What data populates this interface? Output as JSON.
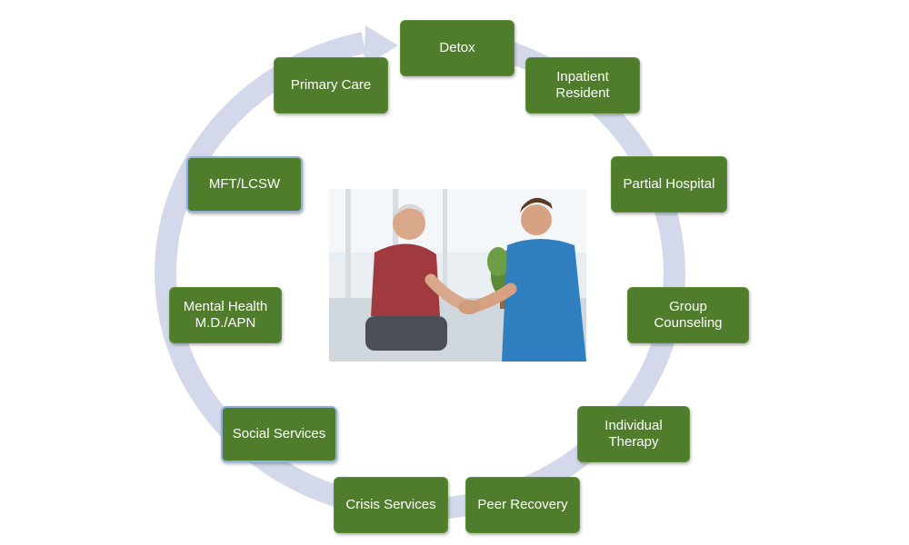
{
  "nodes": [
    {
      "key": "detox",
      "label": "Detox",
      "outlined": false
    },
    {
      "key": "inpatient-resident",
      "label": "Inpatient\nResident",
      "outlined": false
    },
    {
      "key": "partial-hospital",
      "label": "Partial Hospital",
      "outlined": false
    },
    {
      "key": "group-counseling",
      "label": "Group\nCounseling",
      "outlined": false
    },
    {
      "key": "individual-therapy",
      "label": "Individual\nTherapy",
      "outlined": false
    },
    {
      "key": "peer-recovery",
      "label": "Peer Recovery",
      "outlined": false
    },
    {
      "key": "crisis-services",
      "label": "Crisis Services",
      "outlined": false
    },
    {
      "key": "social-services",
      "label": "Social Services",
      "outlined": true
    },
    {
      "key": "mental-health",
      "label": "Mental Health\nM.D./APN",
      "outlined": false
    },
    {
      "key": "mft-lcsw",
      "label": "MFT/LCSW",
      "outlined": true
    },
    {
      "key": "primary-care",
      "label": "Primary Care",
      "outlined": false
    }
  ],
  "colors": {
    "node_fill": "#4f7d2b",
    "node_outline_blue": "#8fb0de",
    "ring": "#d3d9eb",
    "label": "#ffffff"
  },
  "photo": {
    "icon": "handshake-photo"
  }
}
